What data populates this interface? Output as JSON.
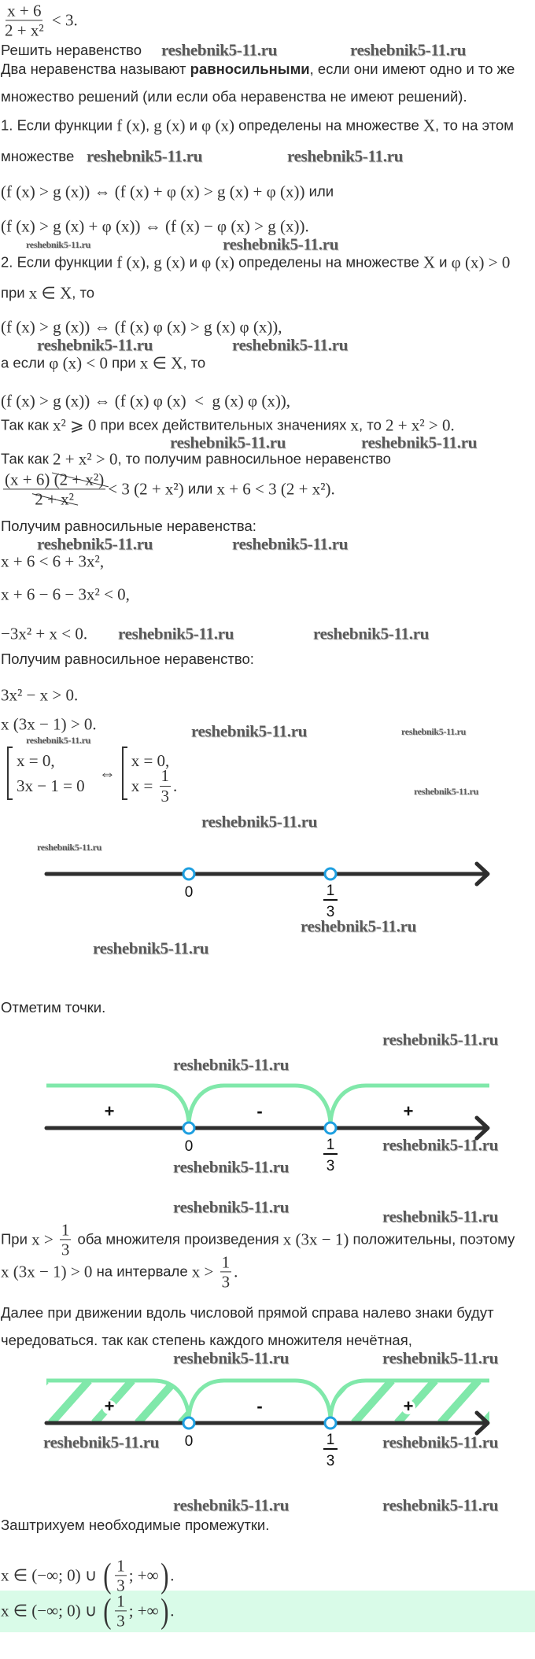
{
  "watermark": "reshebnik5-11.ru",
  "lines": [
    {
      "name": "problem-statement",
      "segs": [
        [
          "f",
          {
            "n": "x + 6",
            "d": "2 + x²"
          }
        ],
        [
          "m",
          " < 3."
        ]
      ]
    },
    {
      "name": "task-label",
      "segs": [
        [
          "t",
          "Решить неравенство"
        ]
      ]
    },
    {
      "name": "definition-line-1",
      "segs": [
        [
          "t",
          "Два неравенства называют "
        ],
        [
          "b",
          "равносильными"
        ],
        [
          "t",
          ", если они имеют одно и то же"
        ]
      ]
    },
    {
      "name": "definition-line-2",
      "segs": [
        [
          "t",
          "множество решений (или если оба неравенства не имеют решений)."
        ]
      ]
    },
    {
      "name": "rule-1-line-1",
      "segs": [
        [
          "t",
          "1. Если функции "
        ],
        [
          "m",
          "f (x)"
        ],
        [
          "t",
          ", "
        ],
        [
          "m",
          "g (x)"
        ],
        [
          "t",
          " и "
        ],
        [
          "m",
          "φ (x)"
        ],
        [
          "t",
          " определены на множестве "
        ],
        [
          "m",
          "X"
        ],
        [
          "t",
          ", то на этом"
        ]
      ]
    },
    {
      "name": "rule-1-line-2",
      "segs": [
        [
          "t",
          "множестве"
        ]
      ]
    },
    {
      "name": "rule-1-formula-1",
      "segs": [
        [
          "m",
          "(f (x) > g (x)) ⇔ (f (x) + φ (x) > g (x) + φ (x))"
        ],
        [
          "t",
          " или"
        ]
      ]
    },
    {
      "name": "rule-1-formula-2",
      "segs": [
        [
          "m",
          "(f (x) > g (x) + φ (x)) ⇔ (f (x) − φ (x) > g (x))."
        ]
      ]
    },
    {
      "name": "rule-2-line-1",
      "segs": [
        [
          "t",
          "2. Если функции "
        ],
        [
          "m",
          "f (x)"
        ],
        [
          "t",
          ", "
        ],
        [
          "m",
          "g (x)"
        ],
        [
          "t",
          " и "
        ],
        [
          "m",
          "φ (x)"
        ],
        [
          "t",
          " определены на множестве "
        ],
        [
          "m",
          "X"
        ],
        [
          "t",
          " и "
        ],
        [
          "m",
          "φ (x) > 0"
        ]
      ]
    },
    {
      "name": "rule-2-line-2",
      "segs": [
        [
          "t",
          "при "
        ],
        [
          "m",
          "x ∈ X"
        ],
        [
          "t",
          ", то"
        ]
      ]
    },
    {
      "name": "rule-2-formula-1",
      "segs": [
        [
          "m",
          "(f (x) > g (x)) ⇔ (f (x) φ (x) > g (x) φ (x)),"
        ]
      ]
    },
    {
      "name": "rule-2-line-3",
      "segs": [
        [
          "t",
          "а если "
        ],
        [
          "m",
          "φ (x) < 0"
        ],
        [
          "t",
          " при "
        ],
        [
          "m",
          "x ∈ X"
        ],
        [
          "t",
          ", то"
        ]
      ]
    },
    {
      "name": "rule-2-formula-2",
      "segs": [
        [
          "m",
          "(f (x) > g (x)) ⇔ (f (x) φ (x)  <  g (x) φ (x)),"
        ]
      ]
    },
    {
      "name": "step-positive",
      "segs": [
        [
          "t",
          "Так как "
        ],
        [
          "m",
          "x² ⩾ 0"
        ],
        [
          "t",
          " при всех действительных значениях "
        ],
        [
          "m",
          "x"
        ],
        [
          "t",
          ", то "
        ],
        [
          "m",
          "2 + x² > 0."
        ]
      ]
    },
    {
      "name": "step-equivalent",
      "segs": [
        [
          "t",
          "Так как "
        ],
        [
          "m",
          "2 + x² > 0"
        ],
        [
          "t",
          ", то получим равносильное неравенство"
        ]
      ]
    },
    {
      "name": "step-multiplied",
      "segs": [
        [
          "fs",
          {
            "n1": "(x + 6) ",
            "n2": "(2 + x²)",
            "d": "2 + x²"
          }
        ],
        [
          "m",
          "< 3 (2 + x²)"
        ],
        [
          "t",
          " или "
        ],
        [
          "m",
          "x + 6 < 3 (2 + x²)."
        ]
      ]
    },
    {
      "name": "step-text-1",
      "segs": [
        [
          "t",
          "Получим равносильные неравенства:"
        ]
      ]
    },
    {
      "name": "step-ineq-1",
      "segs": [
        [
          "m",
          "x + 6 < 6 + 3x²,"
        ]
      ]
    },
    {
      "name": "step-ineq-2",
      "segs": [
        [
          "m",
          "x + 6 − 6 − 3x² < 0,"
        ]
      ]
    },
    {
      "name": "step-ineq-3",
      "segs": [
        [
          "m",
          "−3x² + x < 0."
        ]
      ]
    },
    {
      "name": "step-text-2",
      "segs": [
        [
          "t",
          "Получим равносильное неравенство:"
        ]
      ]
    },
    {
      "name": "step-ineq-4",
      "segs": [
        [
          "m",
          "3x² − x > 0."
        ]
      ]
    },
    {
      "name": "step-ineq-5",
      "segs": [
        [
          "m",
          "x (3x − 1) > 0."
        ]
      ]
    },
    {
      "name": "step-system",
      "segs": [
        [
          "sys",
          {
            "rows": [
              [
                [
                  "m",
                  "x = 0,"
                ]
              ],
              [
                [
                  "m",
                  "3x − 1 = 0"
                ]
              ]
            ]
          }
        ],
        [
          "m",
          "⇔"
        ],
        [
          "sys",
          {
            "rows": [
              [
                [
                  "m",
                  "x = 0,"
                ]
              ],
              [
                [
                  "m",
                  "x = "
                ],
                [
                  "f",
                  {
                    "n": "1",
                    "d": "3"
                  }
                ],
                [
                  "m",
                  "."
                ]
              ]
            ]
          }
        ]
      ]
    },
    {
      "name": "mark-points-text",
      "segs": [
        [
          "t",
          "Отметим точки."
        ]
      ]
    },
    {
      "name": "sign-explanation-1",
      "segs": [
        [
          "t",
          "При "
        ],
        [
          "m",
          "x > "
        ],
        [
          "f",
          {
            "n": "1",
            "d": "3"
          }
        ],
        [
          "t",
          " оба множителя произведения "
        ],
        [
          "m",
          "x (3x − 1)"
        ],
        [
          "t",
          " положительны, поэтому"
        ]
      ]
    },
    {
      "name": "sign-explanation-2",
      "segs": [
        [
          "m",
          "x (3x − 1) > 0"
        ],
        [
          "t",
          " на интервале "
        ],
        [
          "m",
          "x > "
        ],
        [
          "f",
          {
            "n": "1",
            "d": "3"
          }
        ],
        [
          "m",
          "."
        ]
      ]
    },
    {
      "name": "alternation-text-1",
      "segs": [
        [
          "t",
          "Далее при движении вдоль числовой прямой справа налево знаки будут"
        ]
      ]
    },
    {
      "name": "alternation-text-2",
      "segs": [
        [
          "t",
          "чередоваться. так как степень каждого множителя нечётная,"
        ]
      ]
    },
    {
      "name": "hatch-text",
      "segs": [
        [
          "t",
          "Заштрихуем необходимые промежутки."
        ]
      ]
    },
    {
      "name": "solution",
      "segs": [
        [
          "m",
          "x ∈ (−∞; 0) ∪ "
        ],
        [
          "M",
          "("
        ],
        [
          "f",
          {
            "n": "1",
            "d": "3"
          }
        ],
        [
          "m",
          "; +∞"
        ],
        [
          "M",
          ")"
        ],
        [
          "m",
          "."
        ]
      ]
    },
    {
      "name": "final-answer",
      "segs": [
        [
          "m",
          "x ∈ (−∞; 0) ∪ "
        ],
        [
          "M",
          "("
        ],
        [
          "f",
          {
            "n": "1",
            "d": "3"
          }
        ],
        [
          "m",
          "; +∞"
        ],
        [
          "M",
          ")"
        ],
        [
          "m",
          "."
        ]
      ]
    }
  ],
  "number_lines": [
    {
      "points": [
        {
          "label": "0"
        },
        {
          "num": "1",
          "den": "3"
        }
      ],
      "signs": [],
      "hatch_left": false,
      "hatch_right": false
    },
    {
      "points": [
        {
          "label": "0"
        },
        {
          "num": "1",
          "den": "3"
        }
      ],
      "signs": [
        "+",
        "-",
        "+"
      ],
      "hatch_left": false,
      "hatch_right": false
    },
    {
      "points": [
        {
          "label": "0"
        },
        {
          "num": "1",
          "den": "3"
        }
      ],
      "signs": [
        "+",
        "-",
        "+"
      ],
      "hatch_left": true,
      "hatch_right": true
    }
  ],
  "colors": {
    "curve": "#80e8aa",
    "point": "#1e9fe0",
    "axis": "#2e2e2e",
    "answer_bg": "#d9fbe8"
  }
}
